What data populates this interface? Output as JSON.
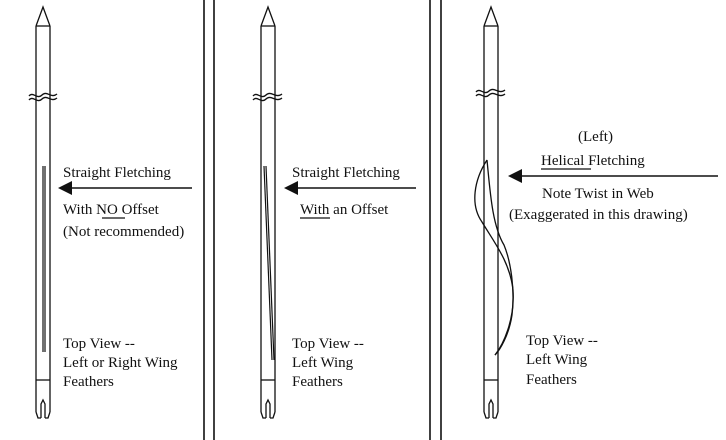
{
  "panels": [
    {
      "id": "p1",
      "label_lines": [
        "Straight Fletching"
      ],
      "caption_lines": [
        "With ",
        "NO",
        " Offset",
        "(Not recommended)"
      ],
      "view_lines": [
        "Top View --",
        "Left or Right Wing",
        "Feathers"
      ]
    },
    {
      "id": "p2",
      "label_lines": [
        "Straight Fletching"
      ],
      "caption_lines": [
        "With",
        " an Offset"
      ],
      "view_lines": [
        "Top View --",
        "Left Wing",
        "Feathers"
      ]
    },
    {
      "id": "p3",
      "label_lines": [
        "(Left)",
        "Helical",
        " Fletching"
      ],
      "caption_lines": [
        "Note Twist in Web",
        "(Exaggerated in this drawing)"
      ],
      "view_lines": [
        "Top View --",
        "Left Wing",
        "Feathers"
      ]
    }
  ]
}
